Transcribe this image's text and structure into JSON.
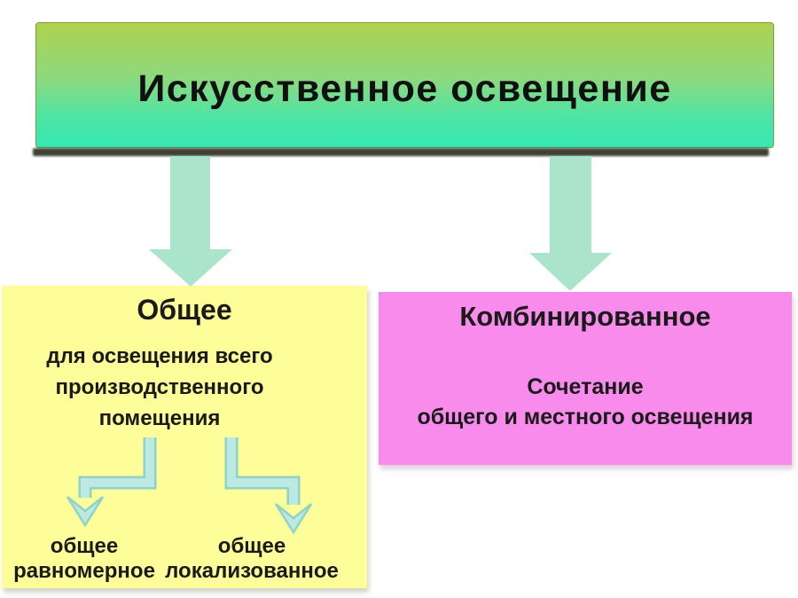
{
  "banner": {
    "label": "Искусственное освещение",
    "gradient_top": "#AFD14E",
    "gradient_bottom": "#35E8B2",
    "shadow_color": "#3E4036"
  },
  "left_box": {
    "heading": "Общее",
    "body_lines": [
      "для освещения всего",
      "производственного",
      "помещения"
    ],
    "sub_labels": [
      {
        "line1": "общее",
        "line2": "равномерное"
      },
      {
        "line1": "общее",
        "line2": "локализованное"
      }
    ],
    "bg_color": "#FDFD9A"
  },
  "right_box": {
    "heading": "Комбинированное",
    "body_lines": [
      "Сочетание",
      "общего и местного освещения"
    ],
    "bg_color": "#F98BEC"
  },
  "icons": {
    "big_arrow_left": "down-arrow-icon",
    "big_arrow_right": "down-arrow-icon",
    "elbow_arrow_left": "elbow-down-arrow-icon",
    "elbow_arrow_right": "elbow-down-arrow-icon"
  },
  "colors": {
    "big_arrow_fill": "#AAE5CB",
    "elbow_arrow_fill": "#BCEAE2",
    "elbow_arrow_outline": "#8FD2C6",
    "text": "#1A1A1A",
    "background": "#FFFFFF"
  }
}
